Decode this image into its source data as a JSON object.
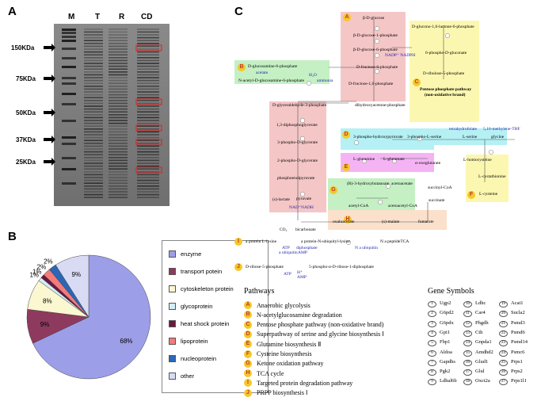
{
  "panels": {
    "a": "A",
    "b": "B",
    "c": "C"
  },
  "gel": {
    "lanes": [
      "M",
      "T",
      "R",
      "CD"
    ],
    "markers": [
      "150KDa",
      "75KDa",
      "50KDa",
      "37KDa",
      "25KDa"
    ]
  },
  "pie_legend": [
    "enzyme",
    "transport potein",
    "cytoskeleton protein",
    "glycoprotein",
    "heat shock protein",
    "lipoprotein",
    "nucleoprotein",
    "other"
  ],
  "colors": {
    "enzyme": "#9d9ee8",
    "transport": "#8e3a5e",
    "cytoskeleton": "#fbf7d1",
    "glycoprotein": "#d3eef4",
    "heatshock": "#6a1840",
    "lipoprotein": "#f27b7b",
    "nucleoprotein": "#2c66b6",
    "other": "#d9dbf5",
    "box_red": "#f5c6c6",
    "box_green": "#c4f0c4",
    "box_yellow": "#fbf7b0",
    "box_cyan": "#b4f0f4",
    "box_magenta": "#f4b4f4",
    "box_peach": "#fbe0cc"
  },
  "chart_data": {
    "type": "pie",
    "slices": [
      {
        "name": "enzyme",
        "value": 68,
        "label": "68%"
      },
      {
        "name": "transport potein",
        "value": 9,
        "label": "9%"
      },
      {
        "name": "cytoskeleton protein",
        "value": 8,
        "label": "8%"
      },
      {
        "name": "glycoprotein",
        "value": 1,
        "label": "1%"
      },
      {
        "name": "heat shock protein",
        "value": 1,
        "label": "1%"
      },
      {
        "name": "lipoprotein",
        "value": 2,
        "label": "2%"
      },
      {
        "name": "nucleoprotein",
        "value": 2,
        "label": "2%"
      },
      {
        "name": "other",
        "value": 9,
        "label": "9%"
      }
    ]
  },
  "diagram": {
    "glycolysis": [
      "β-D-glucose",
      "β-D-glucose-1-phosphate",
      "β-D-glucose-6-phosphate",
      "D-fructose-6-phosphate",
      "D-fructose-1,6-phosphate",
      "D-glyceraldehyde-3-phosphate",
      "1,3-diphosphoglycerate",
      "3-phospho-D-glycerate",
      "2-phospho-D-glycerate",
      "phosphoenolpyruvate",
      "pyruvate"
    ],
    "misc": {
      "dhap": "dihydroxyacetone-phosphate",
      "nadp_nadph": "NADP⁺ NADPH",
      "glcn6p": "D-glucosamine-6-phosphate",
      "nacglcn6p": "N-acetyl-D-glucosamine-6-phosphate",
      "acetate": "acetate",
      "h2o": "H₂O",
      "ammonia": "ammonia",
      "ppp1": "D-glucono-1,6-lactone-6-phosphate",
      "ppp2": "6-phospho-D-gluconate",
      "ppp3": "D-ribulose-5-phosphate",
      "ppp_title": "Pentose phosphate pathway",
      "ppp_sub": "(non-oxidative brand)",
      "ser1": "3-phospho-hydroxypyruvate",
      "ser2": "3-phospho-L-serine",
      "serine": "L-serine",
      "glycine": "glycine",
      "thf": "tetrahydrofolate",
      "mthf": "5,10-methylene-THF",
      "homocys": "L-homocysteine",
      "cystath": "L-cystathionine",
      "cysteine": "L-cysteine",
      "gln": "L-glutamine",
      "glu": "L-glutamate",
      "akg": "α-oxoglutarate",
      "hb": "(R)-3-hydroxybutanoate",
      "acac": "acetoacetate",
      "acoa": "acetyl-CoA",
      "acacoa": "acetoacetyl-CoA",
      "succoa": "succinyl-CoA",
      "succ": "succinate",
      "lactate": "(s)-lactate",
      "oxal": "oxaloacetate",
      "malate": "(s)-malate",
      "fumarate": "fumarate",
      "co2": "CO₂",
      "bicarb": "bicarbonate",
      "nad": "NAD⁺",
      "nadh": "NADH",
      "i_row": [
        "a protein L-lysine",
        "a protein-N-ubiquityl-lysine",
        "N a peptideTCA"
      ],
      "i_co": [
        "ATP",
        "a ubiquitin",
        "diphosphate",
        "AMP",
        "N a ubiquitin"
      ],
      "j_row": [
        "D-ribose-5-phosphate",
        "5-phospho-α-D-ribose-1-diphosphate"
      ],
      "j_co": [
        "ATP",
        "H⁺",
        "AMP"
      ]
    }
  },
  "pathways_title": "Pathways",
  "pathways": [
    {
      "tag": "A",
      "label": "Anaerobic glycolysis"
    },
    {
      "tag": "B",
      "label": "N-acetylglucosamine degradation"
    },
    {
      "tag": "C",
      "label": "Pentose phosphate pathway (non-oxidative brand)"
    },
    {
      "tag": "D",
      "label": "Superpathway of serine and glycine biosynthesis Ⅰ"
    },
    {
      "tag": "E",
      "label": "Glutamine biosynthesis Ⅱ"
    },
    {
      "tag": "F",
      "label": "Cysteine biosynthesis"
    },
    {
      "tag": "G",
      "label": "Ketone oxidation pathway"
    },
    {
      "tag": "H",
      "label": "TCA cycle"
    },
    {
      "tag": "I",
      "label": "Targeted protein degradation pathway"
    },
    {
      "tag": "J",
      "label": "PRPP biosynthesis Ⅰ"
    }
  ],
  "genes_title": "Gene Symbols",
  "genes": [
    [
      "1",
      "Ugp2"
    ],
    [
      "2",
      "G6pd2"
    ],
    [
      "3",
      "G6pdx"
    ],
    [
      "4",
      "Gpi1"
    ],
    [
      "5",
      "Fbp1"
    ],
    [
      "6",
      "Aldoa"
    ],
    [
      "7",
      "Gapdhs"
    ],
    [
      "8",
      "Pgk2"
    ],
    [
      "9",
      "Ldhal6b"
    ],
    [
      "10",
      "Ldhc"
    ],
    [
      "11",
      "Car4"
    ],
    [
      "12",
      "Phgdh"
    ],
    [
      "13",
      "Cth"
    ],
    [
      "14",
      "Gnpda1"
    ],
    [
      "15",
      "Amdhd2"
    ],
    [
      "16",
      "Glud1"
    ],
    [
      "17",
      "Glul"
    ],
    [
      "18",
      "Oxct2a"
    ],
    [
      "19",
      "Acat1"
    ],
    [
      "20",
      "Sucla2"
    ],
    [
      "21",
      "Psmd3"
    ],
    [
      "22",
      "Psmd6"
    ],
    [
      "23",
      "Psmd14"
    ],
    [
      "24",
      "Psmc6"
    ],
    [
      "25",
      "Prps1"
    ],
    [
      "26",
      "Prps2"
    ],
    [
      "27",
      "Prps1l1"
    ]
  ]
}
